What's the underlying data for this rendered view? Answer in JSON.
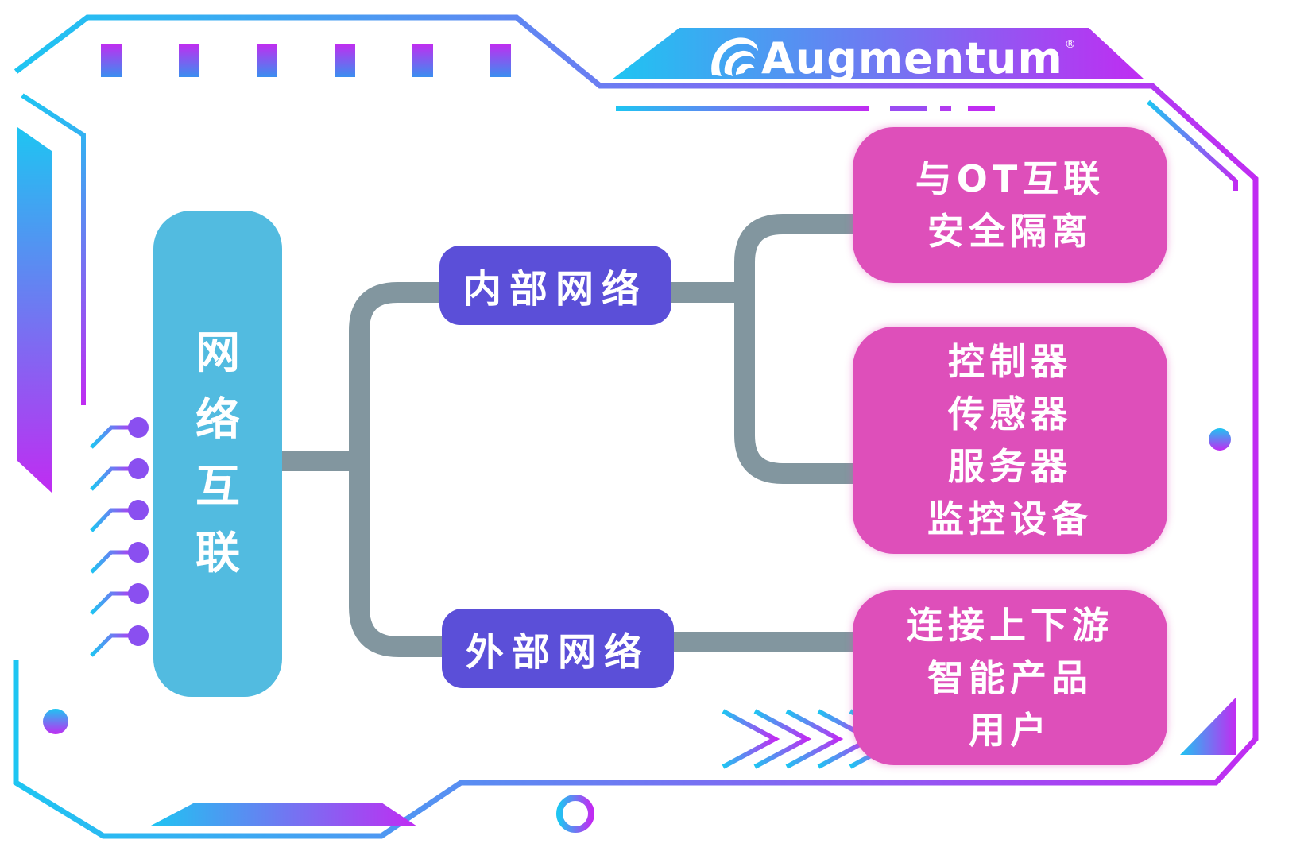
{
  "brand": {
    "name": "Augmentum",
    "registered_mark": "®",
    "logo_icon": "wave-swirl-icon"
  },
  "colors": {
    "frame_gradient_start": "#1ec5f2",
    "frame_gradient_end": "#c02cf2",
    "root": "#52bbe0",
    "branch": "#5b4fd8",
    "leaf": "#de4fba",
    "connector": "#82969f"
  },
  "diagram": {
    "root": {
      "chars": [
        "网",
        "络",
        "互",
        "联"
      ]
    },
    "branches": [
      {
        "label": "内部网络",
        "leaves": [
          {
            "lines": [
              "与OT互联",
              "安全隔离"
            ]
          },
          {
            "lines": [
              "控制器",
              "传感器",
              "服务器",
              "监控设备"
            ]
          }
        ]
      },
      {
        "label": "外部网络",
        "leaves": [
          {
            "lines": [
              "连接上下游",
              "智能产品",
              "用户"
            ]
          }
        ]
      }
    ]
  }
}
